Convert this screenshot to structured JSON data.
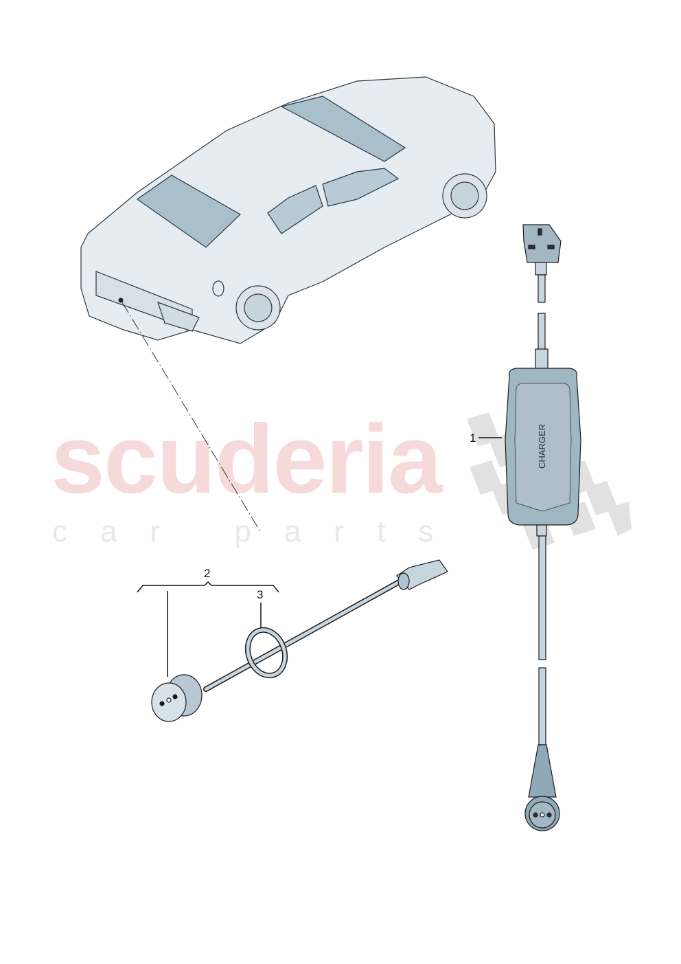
{
  "diagram": {
    "type": "exploded-parts-illustration",
    "subject": "Vehicle charging cable / charger kit",
    "background": "#ffffff",
    "line_color": "#1a1a1a",
    "part_fill": "#b9cbd6",
    "part_fill_dark": "#8fa9b8"
  },
  "watermark": {
    "main_text": "scuderia",
    "sub_text": "car parts",
    "main_color": "#f6d9d9",
    "sub_color": "#e8e8e8",
    "flag_color": "#d9d9d9"
  },
  "callouts": [
    {
      "number": "1",
      "part": "charger unit"
    },
    {
      "number": "2",
      "part": "socket with cable"
    },
    {
      "number": "3",
      "part": "threaded ring"
    }
  ],
  "labels": {
    "charger_text": "CHARGER"
  }
}
